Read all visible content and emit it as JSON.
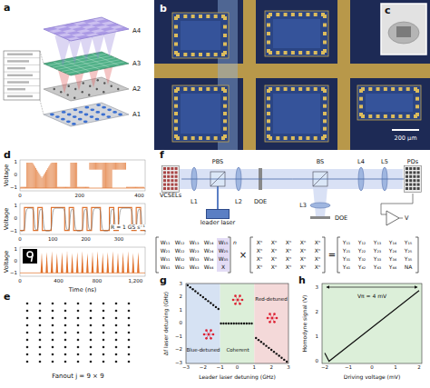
{
  "diagram": {
    "nodes": [
      {
        "text": [
          "VCSELs"
        ]
      },
      {
        "text": [
          "leader laser"
        ]
      },
      {
        "text": [
          "PDs"
        ]
      }
    ],
    "edges": [
      {
        "from": 0,
        "to": 2,
        "arrow": "none"
      }
    ],
    "labels": [
      "a",
      "A4",
      "A3",
      "A2",
      "A1",
      "b",
      "c",
      "200 µm",
      "d",
      "Voltage",
      "1",
      "0",
      "−1",
      "0",
      "200",
      "400",
      "Voltage",
      "1",
      "0",
      "−1",
      "0",
      "100",
      "200",
      "300",
      "R = 1 GS s⁻¹",
      "Voltage",
      "1",
      "0",
      "−1",
      "0",
      "400",
      "800",
      "1,200",
      "Time (ns)",
      "e",
      "Fanout j = 9 × 9",
      "f",
      "PBS",
      "L1",
      "L2",
      "DOE",
      "L3",
      "DOE",
      "BS",
      "L4",
      "L5",
      "V",
      "×",
      "=",
      "n",
      "W₁₁",
      "W₁₂",
      "W₁₃",
      "W₁₄",
      "W₁₅",
      "W₂₁",
      "W₂₂",
      "W₂₃",
      "W₂₄",
      "W₂₅",
      "W₃₁",
      "W₃₂",
      "W₃₃",
      "W₃₄",
      "W₃₅",
      "W₄₁",
      "W₄₂",
      "W₄₃",
      "W₄₄",
      "X",
      "Xⁿ",
      "Xⁿ",
      "Xⁿ",
      "Xⁿ",
      "Xⁿ",
      "Xⁿ",
      "Xⁿ",
      "Xⁿ",
      "Xⁿ",
      "Xⁿ",
      "Xⁿ",
      "Xⁿ",
      "Xⁿ",
      "Xⁿ",
      "Xⁿ",
      "Xⁿ",
      "Xⁿ",
      "Xⁿ",
      "Xⁿ",
      "Xⁿ",
      "Y₁₁",
      "Y₁₂",
      "Y₁₃",
      "Y₁₄",
      "Y₁₅",
      "Y₂₁",
      "Y₂₂",
      "Y₂₃",
      "Y₂₄",
      "Y₂₅",
      "Y₃₁",
      "Y₃₂",
      "Y₃₃",
      "Y₃₄",
      "Y₃₅",
      "Y₄₁",
      "Y₄₂",
      "Y₄₃",
      "Y₄₄",
      "NA",
      "g",
      "Δf laser detuning (GHz)",
      "Leader laser detuning (GHz)",
      "−3",
      "−2",
      "−1",
      "0",
      "1",
      "2",
      "3",
      "3",
      "2",
      "1",
      "0",
      "−1",
      "−2",
      "−3",
      "Blue-detuned",
      "Coherent",
      "Red-detuned",
      "h",
      "Homodyne signal (V)",
      "Driving voltage (mV)",
      "Vπ = 4 mV",
      "−2",
      "−1",
      "0",
      "1",
      "2",
      "0",
      "1",
      "2",
      "3"
    ]
  }
}
